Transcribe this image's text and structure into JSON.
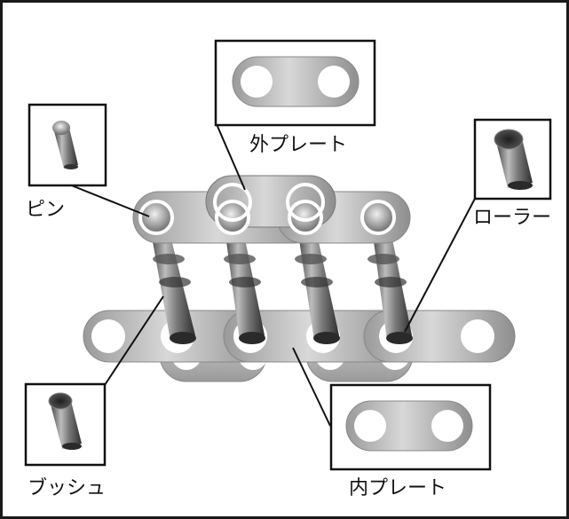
{
  "labels": {
    "pin": "ピン",
    "outer_plate": "外プレート",
    "roller": "ローラー",
    "bushing": "ブッシュ",
    "inner_plate": "内プレート"
  },
  "colors": {
    "outline": "#1a1a1a",
    "plate_light": "#d2d2d2",
    "plate_dark": "#8a8a8a",
    "metal_light": "#c8c8c8",
    "metal_dark": "#3a3a3a",
    "leader": "#111111"
  }
}
